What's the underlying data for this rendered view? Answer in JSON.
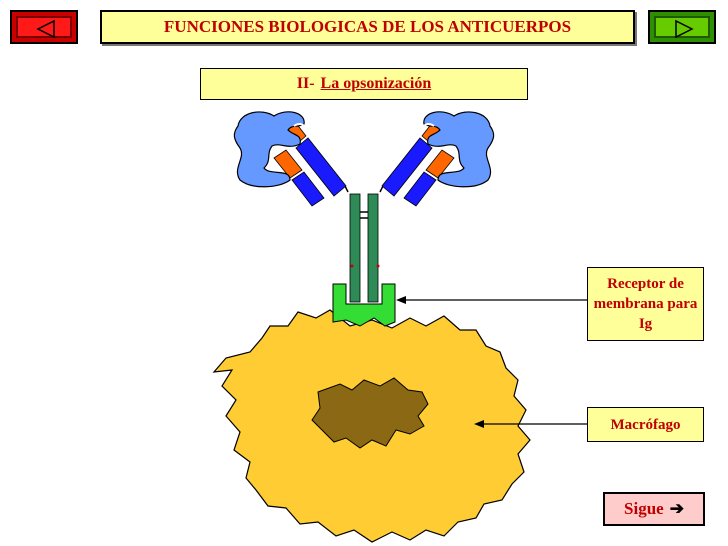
{
  "header": {
    "title": "FUNCIONES BIOLOGICAS DE LOS ANTICUERPOS"
  },
  "nav": {
    "prev_icon": "left-triangle-icon",
    "next_icon": "right-triangle-icon"
  },
  "section": {
    "number": "II-",
    "name": "La opsonización"
  },
  "labels": {
    "receptor": "Receptor de membrana para Ig",
    "macrophage": "Macrófago"
  },
  "footer": {
    "next_label": "Sigue",
    "next_arrow": "➔"
  },
  "colors": {
    "title_text": "#c00000",
    "box_fill": "#ffff99",
    "cell_fill": "#ffcc33",
    "nucleus_fill": "#8b6914",
    "receptor_fill": "#33dd33",
    "fc_chain": "#2e8b57",
    "heavy_chain": "#1a1aff",
    "light_chain": "#ff6600",
    "antigen_fill": "#6699ff"
  }
}
